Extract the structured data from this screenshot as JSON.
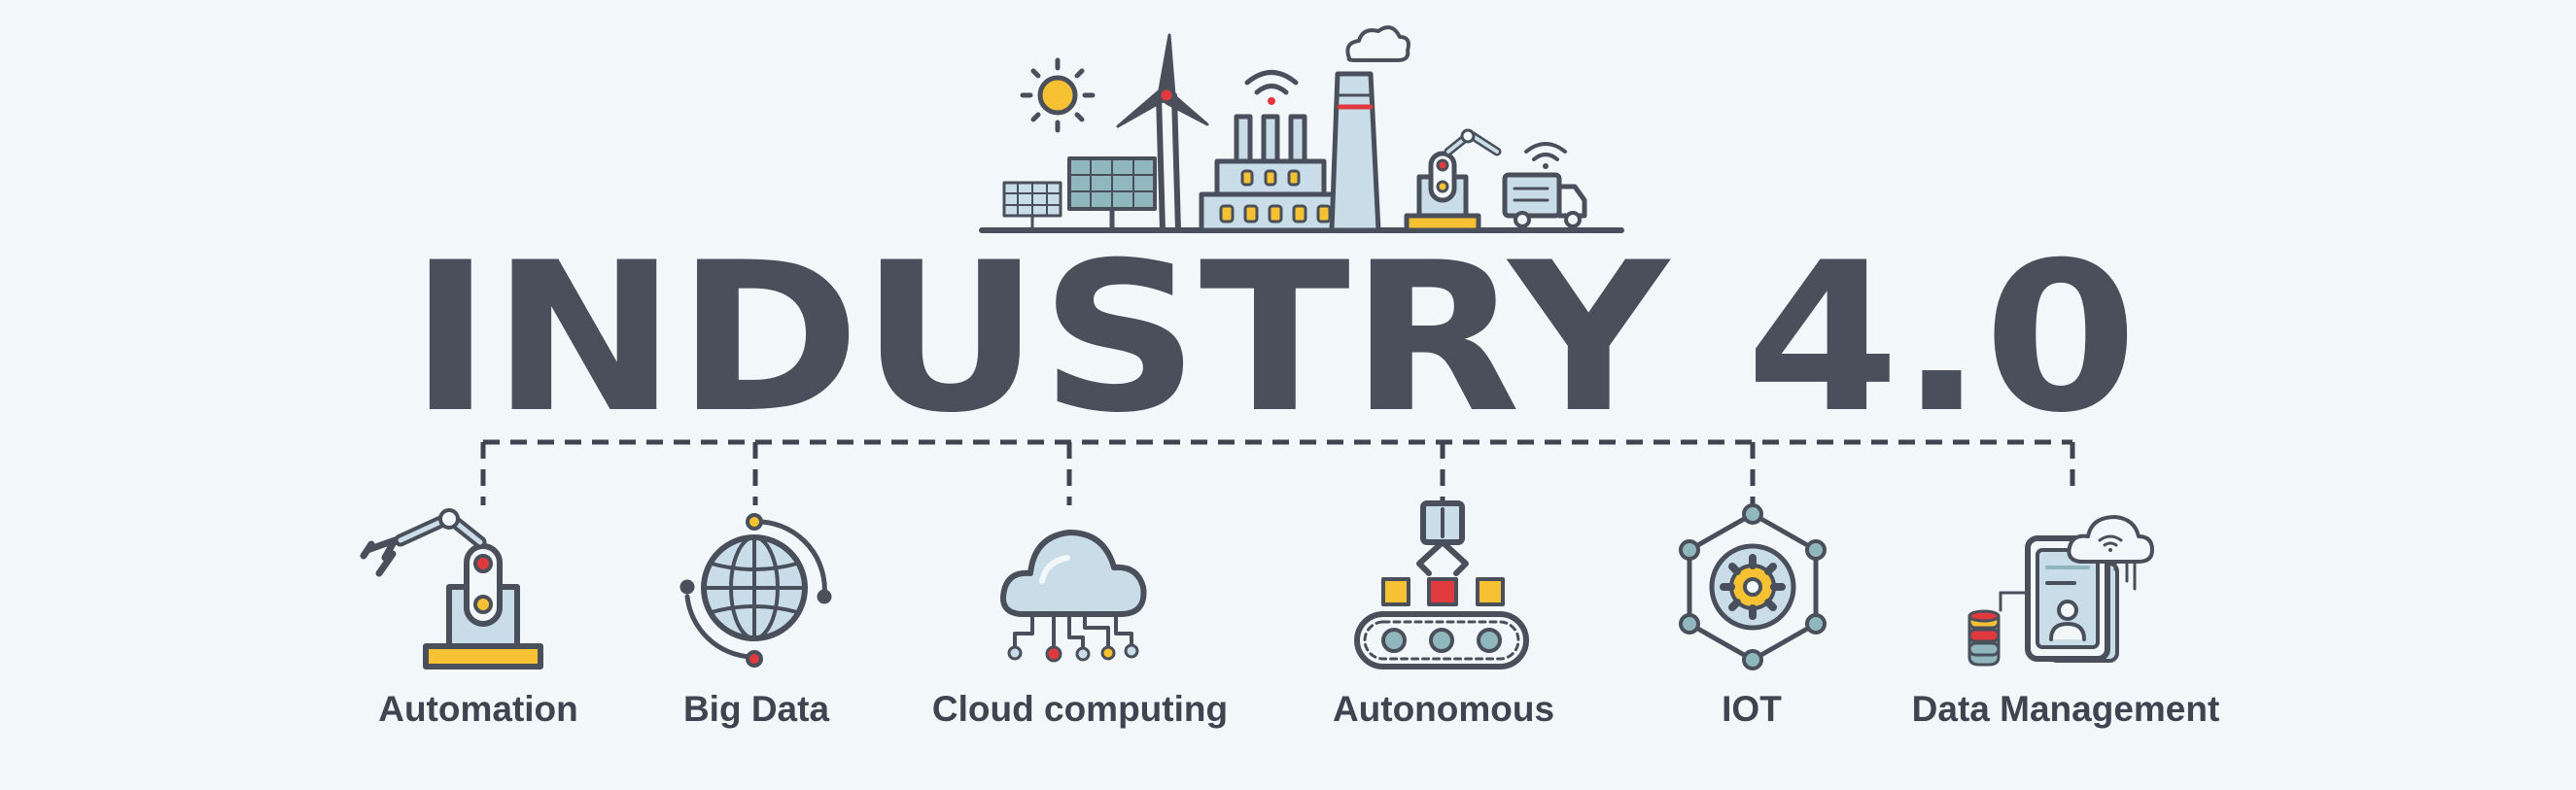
{
  "title": "INDUSTRY 4.0",
  "colors": {
    "background": "#f2f8fa",
    "ink": "#4a505b",
    "light_blue": "#c9dde9",
    "yellow": "#f6c233",
    "red": "#e0393e",
    "teal": "#8fb7bd"
  },
  "pillars": [
    {
      "label": "Automation",
      "icon": "robot-arm-icon"
    },
    {
      "label": "Big Data",
      "icon": "globe-data-icon"
    },
    {
      "label": "Cloud computing",
      "icon": "cloud-network-icon"
    },
    {
      "label": "Autonomous",
      "icon": "conveyor-robot-icon"
    },
    {
      "label": "IOT",
      "icon": "iot-gear-network-icon"
    },
    {
      "label": "Data Management",
      "icon": "data-management-icon"
    }
  ],
  "header_icons": [
    "sun-icon",
    "solar-panel-icon",
    "wind-turbine-icon",
    "wifi-icon",
    "factory-icon",
    "cloud-icon",
    "robot-arm-icon",
    "delivery-truck-icon"
  ]
}
